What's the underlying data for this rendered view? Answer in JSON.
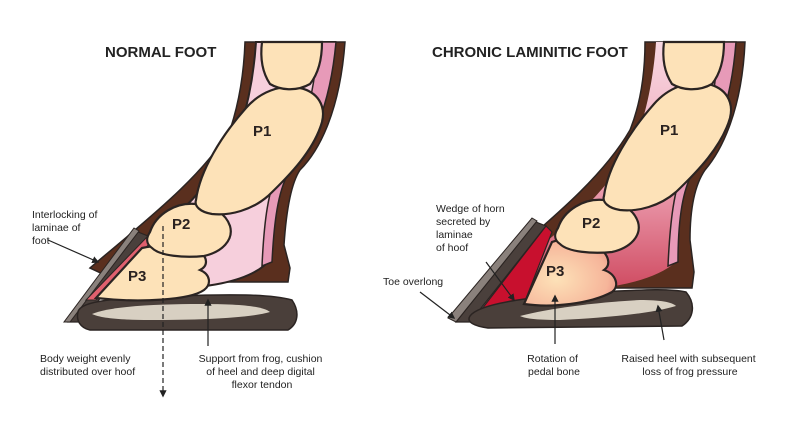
{
  "colors": {
    "outline": "#2b2422",
    "hoof_wall": "#4a403c",
    "hoof_wall_light": "#8a817c",
    "coat": "#5a2f1e",
    "skin": "#e79ab8",
    "soft_tissue": "#f6cfdc",
    "bone": "#fde2b8",
    "laminae": "#e0606e",
    "wedge": "#c8102e",
    "sole": "#4a3f3a",
    "frog": "#d8d0c2"
  },
  "normal": {
    "title": "NORMAL FOOT",
    "bones": {
      "p1": "P1",
      "p2": "P2",
      "p3": "P3"
    },
    "notes": {
      "laminae": [
        "Interlocking of",
        "laminae of",
        "foot"
      ],
      "weight": [
        "Body weight evenly",
        "distributed over hoof"
      ],
      "support": [
        "Support from frog, cushion",
        "of heel and deep digital",
        "flexor tendon"
      ]
    }
  },
  "laminitic": {
    "title": "CHRONIC LAMINITIC FOOT",
    "bones": {
      "p1": "P1",
      "p2": "P2",
      "p3": "P3"
    },
    "notes": {
      "wedge": [
        "Wedge of horn",
        "secreted by",
        "laminae",
        "of hoof"
      ],
      "toe": [
        "Toe overlong"
      ],
      "rotation": [
        "Rotation of",
        "pedal bone"
      ],
      "heel": [
        "Raised heel with subsequent",
        "loss of frog pressure"
      ]
    }
  }
}
